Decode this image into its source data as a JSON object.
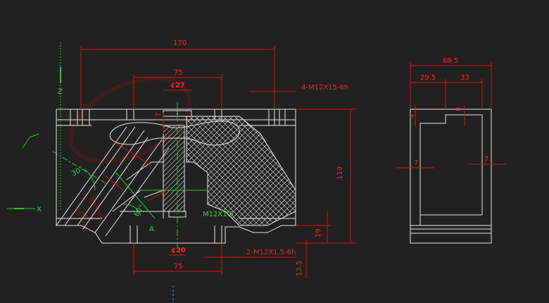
{
  "colors": {
    "background": "#212121",
    "outline": "#e8e8e8",
    "dimension": "#e01010",
    "centerline": "#22cc22"
  },
  "axes": {
    "z_label": "Z",
    "x_label": "X"
  },
  "front_view": {
    "dims": {
      "width_170": "170",
      "top_75": "75",
      "bore_top": "¢27",
      "thread_top": "4-M12X15-6h",
      "height_119": "119",
      "bolt_thread": "M12X1.5",
      "bore_bottom": "¢20",
      "bottom_75": "75",
      "thread_bottom": "2-M12X1.5-6h",
      "base_19": "19",
      "lower_13_5": "13.5",
      "small_7": "7",
      "angle_30": "30°",
      "angle_60": "60°"
    }
  },
  "side_view": {
    "dims": {
      "total_69_5": "69.5",
      "left_29_5": "29.5",
      "right_33": "33",
      "depth_8": "8",
      "depth_4": "4",
      "wall_7_left": "7",
      "wall_7_right": "7"
    }
  },
  "watermark": {
    "text": "M"
  }
}
